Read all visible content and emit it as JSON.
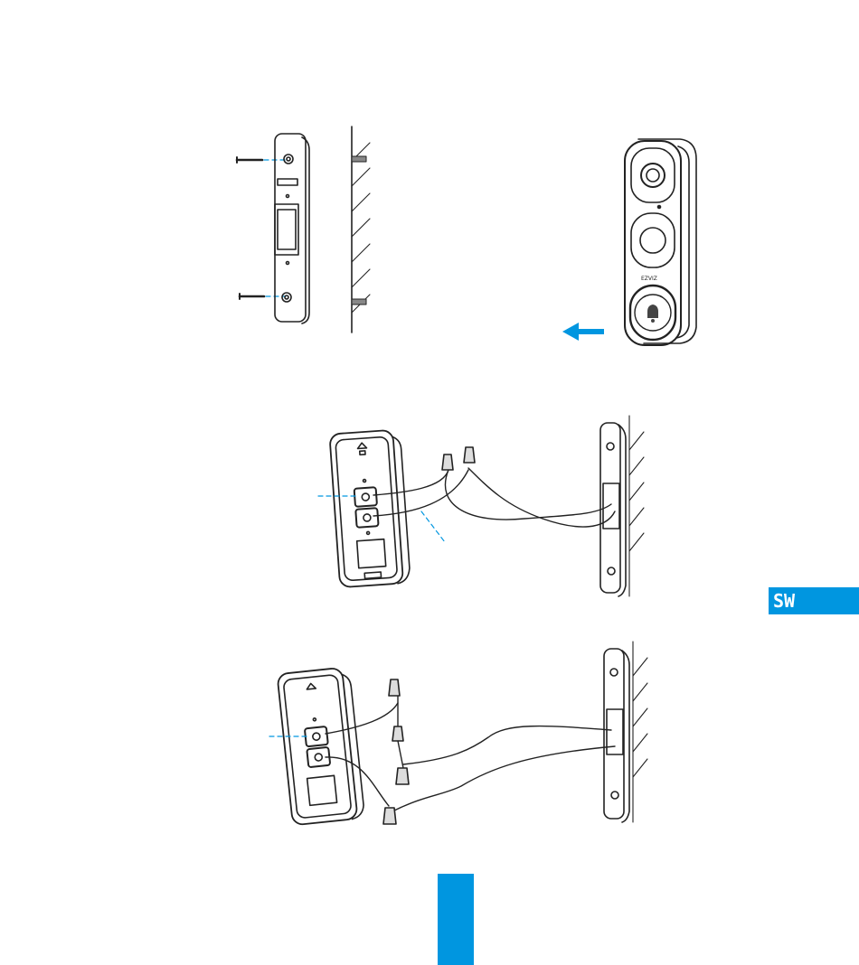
{
  "section_tab": {
    "label": "SW",
    "color": "#0096e0"
  },
  "page_marker": {
    "color": "#0096e0"
  },
  "illustrations": [
    {
      "name": "mounting-plate-screws-to-wall"
    },
    {
      "name": "doorbell-slide-onto-plate"
    },
    {
      "name": "wiring-direct-connection"
    },
    {
      "name": "wiring-with-extension-cables"
    }
  ],
  "device_logo": "EZVIZ"
}
